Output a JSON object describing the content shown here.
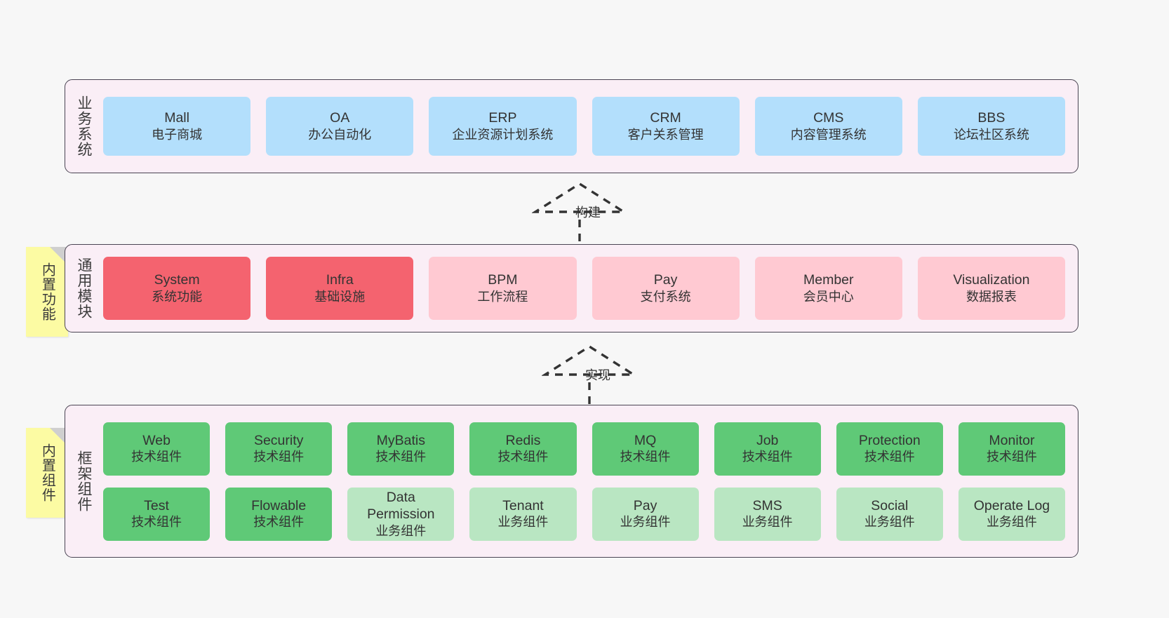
{
  "diagram": {
    "background_color": "#f7f7f7",
    "panel_color": "#faeef6",
    "panel_border_color": "#4a4453",
    "sticky_color": "#fcfba3"
  },
  "layers": [
    {
      "id": "business",
      "label": "业务系统",
      "node_color": "#b3dffc",
      "rows": [
        [
          {
            "title": "Mall",
            "sub": "电子商城",
            "variant": "biz"
          },
          {
            "title": "OA",
            "sub": "办公自动化",
            "variant": "biz"
          },
          {
            "title": "ERP",
            "sub": "企业资源计划系统",
            "variant": "biz"
          },
          {
            "title": "CRM",
            "sub": "客户关系管理",
            "variant": "biz"
          },
          {
            "title": "CMS",
            "sub": "内容管理系统",
            "variant": "biz"
          },
          {
            "title": "BBS",
            "sub": "论坛社区系统",
            "variant": "biz"
          }
        ]
      ]
    },
    {
      "id": "common-modules",
      "label": "通用模块",
      "node_color": "#ffc9d2",
      "node_highlight_color": "#f4636f",
      "sticky": "内置功能",
      "rows": [
        [
          {
            "title": "System",
            "sub": "系统功能",
            "variant": "mod hot"
          },
          {
            "title": "Infra",
            "sub": "基础设施",
            "variant": "mod hot"
          },
          {
            "title": "BPM",
            "sub": "工作流程",
            "variant": "mod"
          },
          {
            "title": "Pay",
            "sub": "支付系统",
            "variant": "mod"
          },
          {
            "title": "Member",
            "sub": "会员中心",
            "variant": "mod"
          },
          {
            "title": "Visualization",
            "sub": "数据报表",
            "variant": "mod"
          }
        ]
      ]
    },
    {
      "id": "framework-components",
      "label": "框架组件",
      "node_color": "#5fc977",
      "node_light_color": "#b9e6c2",
      "sticky": "内置组件",
      "rows": [
        [
          {
            "title": "Web",
            "sub": "技术组件",
            "variant": "comp"
          },
          {
            "title": "Security",
            "sub": "技术组件",
            "variant": "comp"
          },
          {
            "title": "MyBatis",
            "sub": "技术组件",
            "variant": "comp"
          },
          {
            "title": "Redis",
            "sub": "技术组件",
            "variant": "comp"
          },
          {
            "title": "MQ",
            "sub": "技术组件",
            "variant": "comp"
          },
          {
            "title": "Job",
            "sub": "技术组件",
            "variant": "comp"
          },
          {
            "title": "Protection",
            "sub": "技术组件",
            "variant": "comp"
          },
          {
            "title": "Monitor",
            "sub": "技术组件",
            "variant": "comp"
          }
        ],
        [
          {
            "title": "Test",
            "sub": "技术组件",
            "variant": "comp"
          },
          {
            "title": "Flowable",
            "sub": "技术组件",
            "variant": "comp"
          },
          {
            "title": "Data Permission",
            "sub": "业务组件",
            "variant": "comp light"
          },
          {
            "title": "Tenant",
            "sub": "业务组件",
            "variant": "comp light"
          },
          {
            "title": "Pay",
            "sub": "业务组件",
            "variant": "comp light"
          },
          {
            "title": "SMS",
            "sub": "业务组件",
            "variant": "comp light"
          },
          {
            "title": "Social",
            "sub": "业务组件",
            "variant": "comp light"
          },
          {
            "title": "Operate Log",
            "sub": "业务组件",
            "variant": "comp light"
          }
        ]
      ]
    }
  ],
  "connectors": [
    {
      "id": "build",
      "label": "构建"
    },
    {
      "id": "implement",
      "label": "实现"
    }
  ]
}
